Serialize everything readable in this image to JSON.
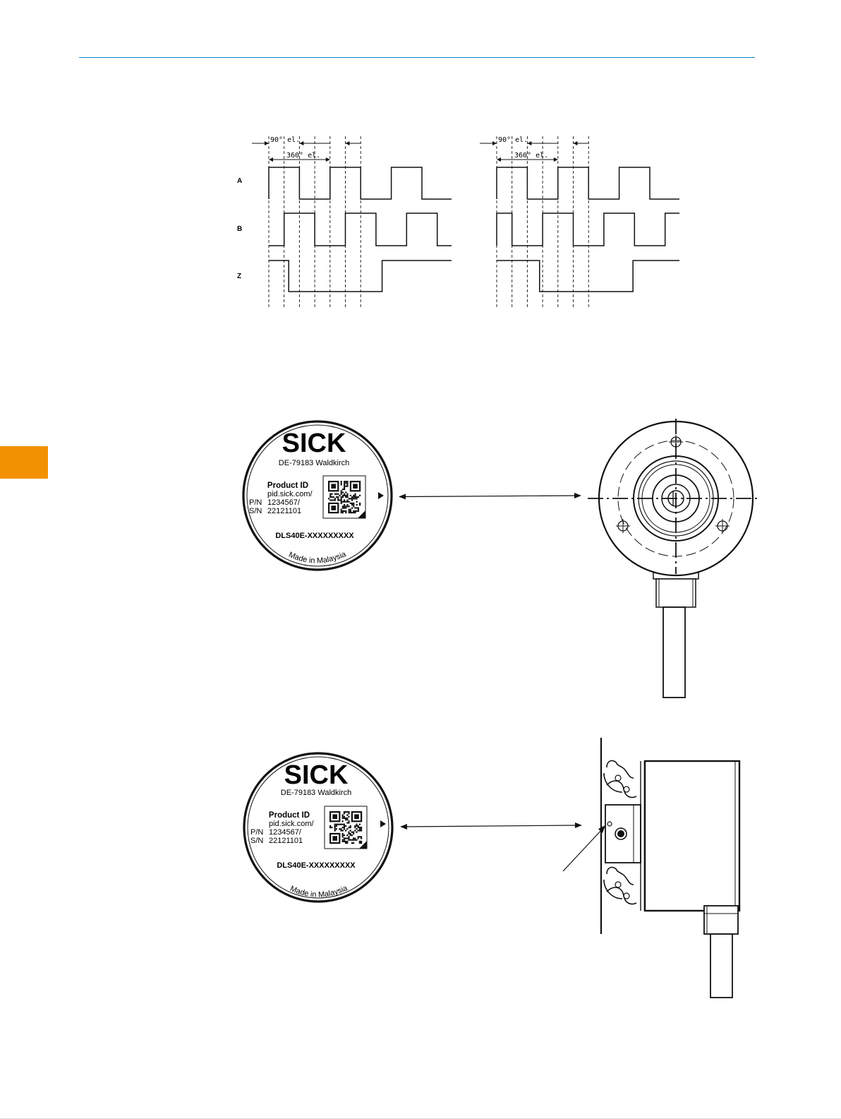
{
  "timing_diagrams": {
    "channels": [
      "A",
      "B",
      "Z"
    ],
    "dim_90": "90° el.",
    "dim_360": "360° el."
  },
  "device_label": {
    "brand": "SICK",
    "address": "DE-79183 Waldkirch",
    "product_id_title": "Product ID",
    "url": "pid.sick.com/",
    "pn_label": "P/N",
    "pn_value": "1234567/",
    "sn_label": "S/N",
    "sn_value": "22121101",
    "model": "DLS40E-XXXXXXXXX",
    "origin": "Made in Malaysia"
  },
  "colors": {
    "accent_line": "#0a84c6",
    "side_tab": "#f39200"
  }
}
